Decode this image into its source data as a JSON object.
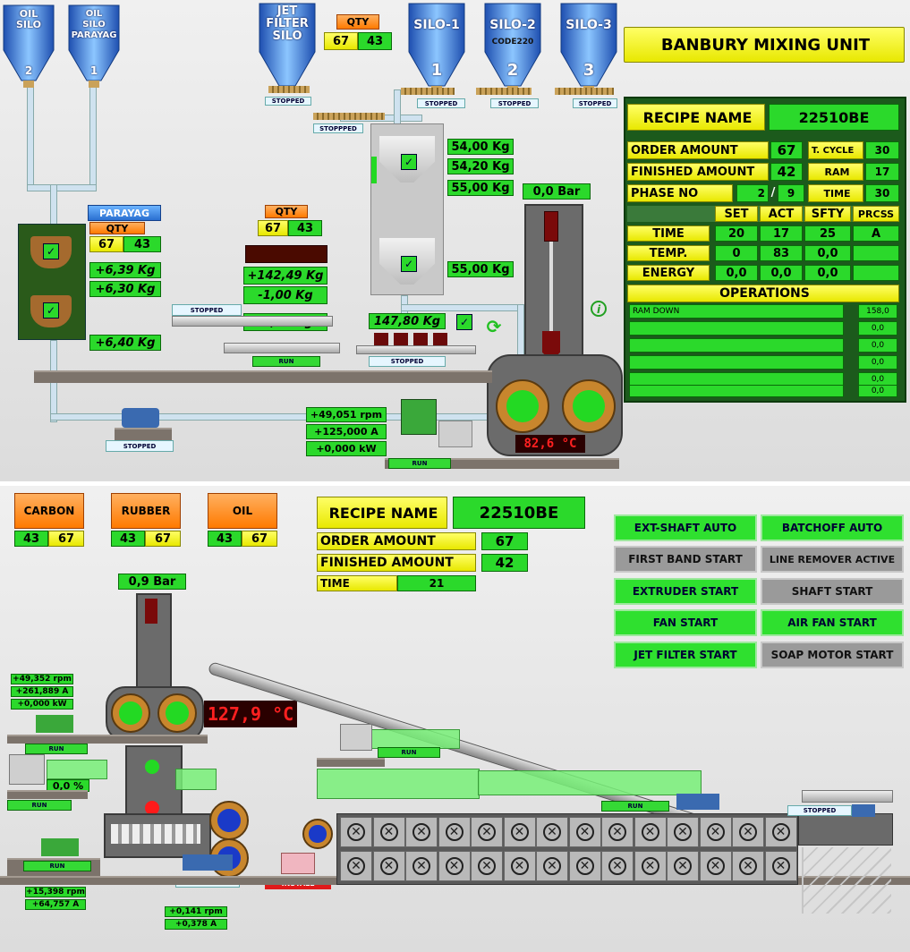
{
  "top": {
    "title": "BANBURY MIXING UNIT",
    "silos": [
      {
        "label": "OIL\nSILO",
        "num": "2"
      },
      {
        "label": "OIL\nSILO\nPARAYAG",
        "num": "1"
      },
      {
        "label": "JET\nFILTER\nSILO",
        "num": ""
      },
      {
        "label": "SILO-1",
        "num": "1"
      },
      {
        "label": "SILO-2",
        "sub": "CODE220",
        "num": "2"
      },
      {
        "label": "SILO-3",
        "num": "3"
      }
    ],
    "qty_label": "QTY",
    "jet_qty": [
      "67",
      "43"
    ],
    "parayag_label": "PARAYAG",
    "parayag_qty": [
      "67",
      "43"
    ],
    "parayag_weights": [
      "+6,39 Kg",
      "+6,30 Kg",
      "+6,40 Kg"
    ],
    "center_qty": [
      "67",
      "43"
    ],
    "center_weights": [
      "+142,49 Kg",
      "-1,00 Kg",
      "-1,00 Kg"
    ],
    "hopper_weights": [
      "54,00 Kg",
      "54,20 Kg",
      "55,00 Kg",
      "55,00 Kg"
    ],
    "conveyor_weight": "147,80 Kg",
    "pressure": "0,0 Bar",
    "temperature": "82,6 °C",
    "motor": [
      "+49,051 rpm",
      "+125,000 A",
      "+0,000 kW"
    ],
    "status_stopped": "STOPPED",
    "status_stopped_alt": "STOPPPED",
    "status_run": "RUN",
    "recipe": {
      "name_label": "RECIPE NAME",
      "name": "22510BE",
      "order_label": "ORDER AMOUNT",
      "order": "67",
      "finished_label": "FINISHED AMOUNT",
      "finished": "42",
      "phase_label": "PHASE NO",
      "phase": "2",
      "phase_sep": "/",
      "phase_total": "9",
      "tcycle_label": "T. CYCLE",
      "tcycle": "30",
      "ram_label": "RAM",
      "ram": "17",
      "time_label": "TIME",
      "time": "30",
      "headers": [
        "SET",
        "ACT",
        "SFTY",
        "PRCSS"
      ],
      "rows": [
        {
          "label": "TIME",
          "values": [
            "20",
            "17",
            "25",
            "A"
          ]
        },
        {
          "label": "TEMP.",
          "values": [
            "0",
            "83",
            "0,0",
            ""
          ]
        },
        {
          "label": "ENERGY",
          "values": [
            "0,0",
            "0,0",
            "0,0",
            ""
          ]
        }
      ],
      "ops_label": "OPERATIONS",
      "operations": [
        {
          "name": "RAM DOWN",
          "value": "158,0"
        },
        {
          "name": "",
          "value": "0,0"
        },
        {
          "name": "",
          "value": "0,0"
        },
        {
          "name": "",
          "value": "0,0"
        },
        {
          "name": "",
          "value": "0,0"
        },
        {
          "name": "",
          "value": "0,0"
        }
      ]
    }
  },
  "bottom": {
    "materials": [
      {
        "label": "CARBON",
        "values": [
          "43",
          "67"
        ]
      },
      {
        "label": "RUBBER",
        "values": [
          "43",
          "67"
        ]
      },
      {
        "label": "OIL",
        "values": [
          "43",
          "67"
        ]
      }
    ],
    "recipe_label": "RECIPE NAME",
    "recipe": "22510BE",
    "order_label": "ORDER AMOUNT",
    "order": "67",
    "finished_label": "FINISHED AMOUNT",
    "finished": "42",
    "time_label": "TIME",
    "time": "21",
    "pressure": "0,9 Bar",
    "temperature": "127,9 °C",
    "motor1": [
      "+49,352 rpm",
      "+261,889 A",
      "+0,000 kW"
    ],
    "percent": "0,0 %",
    "motor2": [
      "+15,398 rpm",
      "+64,757 A"
    ],
    "motor3": [
      "+0,141 rpm",
      "+0,378 A"
    ],
    "status_run": "RUN",
    "status_stopped": "STOPPED",
    "status_install": "INSTALL",
    "buttons": [
      {
        "label": "EXT-SHAFT AUTO",
        "on": true
      },
      {
        "label": "BATCHOFF AUTO",
        "on": true
      },
      {
        "label": "FIRST BAND START",
        "on": false
      },
      {
        "label": "LINE REMOVER ACTIVE",
        "on": false
      },
      {
        "label": "EXTRUDER START",
        "on": true
      },
      {
        "label": "SHAFT START",
        "on": false
      },
      {
        "label": "FAN START",
        "on": true
      },
      {
        "label": "AIR FAN START",
        "on": true
      },
      {
        "label": "JET FILTER START",
        "on": true
      },
      {
        "label": "SOAP MOTOR START",
        "on": false
      }
    ]
  },
  "colors": {
    "green": "#2bd92b",
    "yellow": "#ffff33",
    "orange": "#ff8a1a",
    "silo_blue": "#3a7fe0",
    "alarm_red": "#ff2020"
  }
}
